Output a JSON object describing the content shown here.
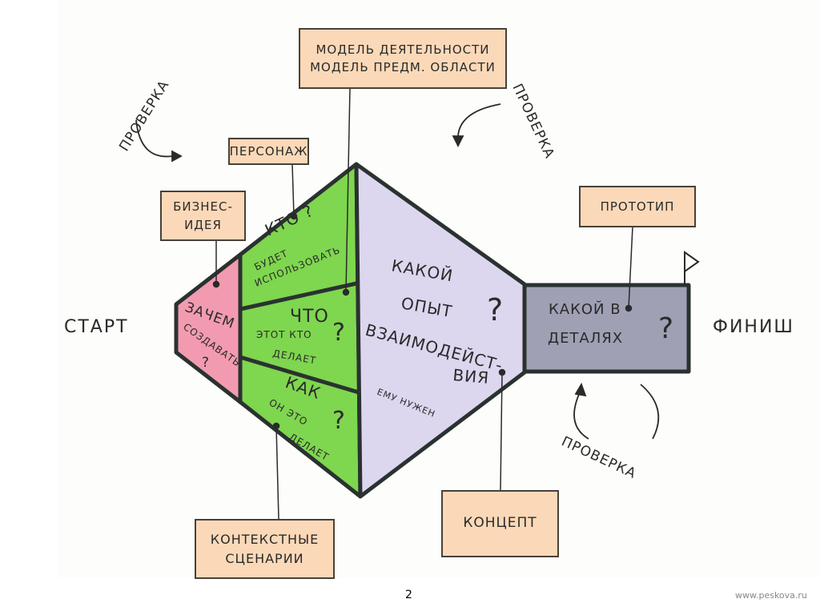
{
  "labels": {
    "start": "СТАРТ",
    "finish": "ФИНИШ"
  },
  "boxes": {
    "activity_model": [
      "МОДЕЛЬ ДЕЯТЕЛЬНОСТИ",
      "МОДЕЛЬ ПРЕДМ. ОБЛАСТИ"
    ],
    "persona": "ПЕРСОНАЖ",
    "business_idea": [
      "БИЗНЕС-",
      "ИДЕЯ"
    ],
    "prototype": "ПРОТОТИП",
    "concept": "КОНЦЕПТ",
    "context_scenarios": [
      "КОНТЕКСТНЫЕ",
      "СЦЕНАРИИ"
    ]
  },
  "segments": {
    "why": [
      "ЗАЧЕМ",
      "СОЗДАВАТЬ",
      "?"
    ],
    "who": [
      "КТО ?",
      "БУДЕТ",
      "ИСПОЛЬЗОВАТЬ"
    ],
    "what": [
      "ЧТО",
      "ЭТОТ КТО",
      "ДЕЛАЕТ",
      "?"
    ],
    "how": [
      "КАК",
      "ОН ЭТО",
      "ДЕЛАЕТ",
      "?"
    ],
    "experience": [
      "КАКОЙ",
      "ОПЫТ",
      "ВЗАИМОДЕЙСТ-",
      "ВИЯ",
      "ЕМУ НУЖЕН",
      "?"
    ],
    "details": [
      "КАКОЙ В",
      "ДЕТАЛЯХ",
      "?"
    ]
  },
  "check_label": "ПРОВЕРКА",
  "colors": {
    "pink": "#f29bb0",
    "green": "#7fd64f",
    "lavender": "#dcd6ee",
    "gray": "#9fa0b4",
    "box": "#fbd9b8"
  },
  "footer": {
    "page_number": "2",
    "site": "www.peskova.ru"
  }
}
